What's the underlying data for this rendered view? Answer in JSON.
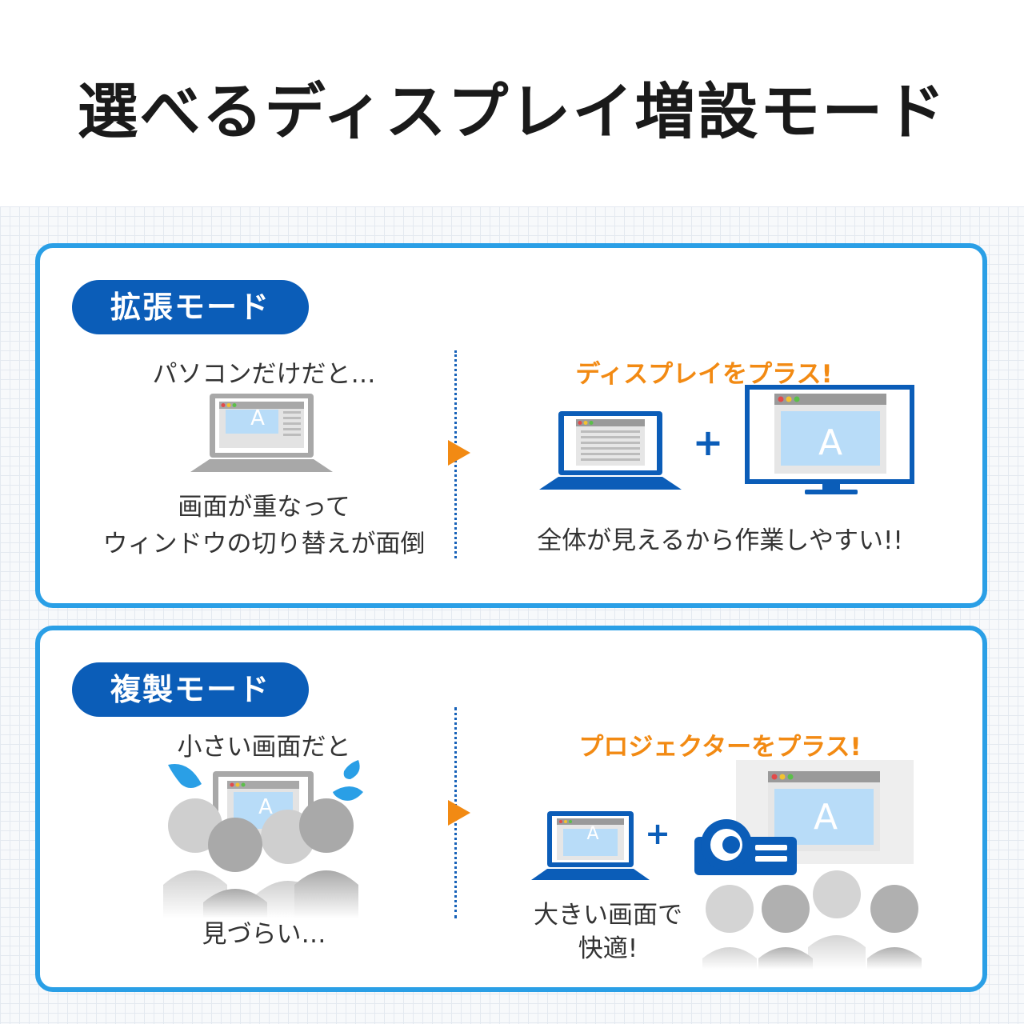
{
  "title": "選べるディスプレイ増設モード",
  "extend": {
    "label": "拡張モード",
    "before_caption": "パソコンだけだと…",
    "before_desc_line1": "画面が重なって",
    "before_desc_line2": "ウィンドウの切り替えが面倒",
    "after_caption": "ディスプレイをプラス!",
    "after_desc": "全体が見えるから作業しやすい!!",
    "screen_letter": "A",
    "plus": "+"
  },
  "mirror": {
    "label": "複製モード",
    "before_caption": "小さい画面だと",
    "before_desc": "見づらい…",
    "after_caption": "プロジェクターをプラス!",
    "after_desc_line1": "大きい画面で",
    "after_desc_line2": "快適!",
    "screen_letter": "A",
    "plus": "+"
  },
  "colors": {
    "accent_blue": "#0b5db8",
    "frame_blue": "#2a9fe6",
    "orange": "#f28a13",
    "gray_device": "#a8a8a8",
    "screen_light": "#b8dcf8"
  },
  "icons": [
    "laptop-icon",
    "monitor-icon",
    "projector-icon",
    "people-icon",
    "sweat-drop-icon",
    "arrow-right-icon"
  ]
}
